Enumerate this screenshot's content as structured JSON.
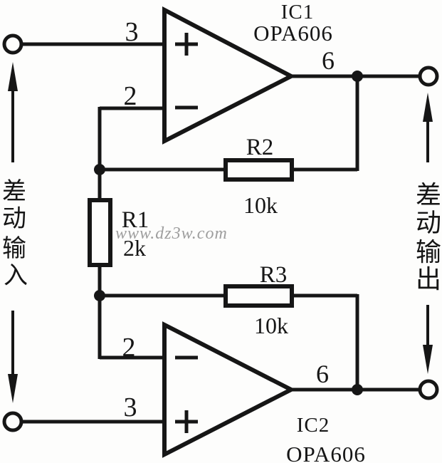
{
  "colors": {
    "ink": "#161616",
    "background": "#fdfdfc",
    "watermark_gray": "#9e9e9e"
  },
  "watermark": {
    "text": "www.dz3w.com"
  },
  "opamps": [
    {
      "ref": "IC1",
      "part": "OPA606",
      "pin_noninverting": "3",
      "pin_inverting": "2",
      "pin_output": "6"
    },
    {
      "ref": "IC2",
      "part": "OPA606",
      "pin_noninverting": "3",
      "pin_inverting": "2",
      "pin_output": "6"
    }
  ],
  "resistors": [
    {
      "ref": "R1",
      "value": "2k"
    },
    {
      "ref": "R2",
      "value": "10k"
    },
    {
      "ref": "R3",
      "value": "10k"
    }
  ],
  "annotations": {
    "input": {
      "text": "差动输入",
      "chars": [
        "差",
        "动",
        "输",
        "入"
      ]
    },
    "output": {
      "text": "差动输出",
      "chars": [
        "差",
        "动",
        "输",
        "出"
      ]
    }
  },
  "icons": {
    "plus-icon": "+",
    "minus-icon": "−",
    "arrow-up-icon": "↑",
    "arrow-down-icon": "↓",
    "terminal-icon": "○",
    "junction-dot-icon": "●"
  }
}
